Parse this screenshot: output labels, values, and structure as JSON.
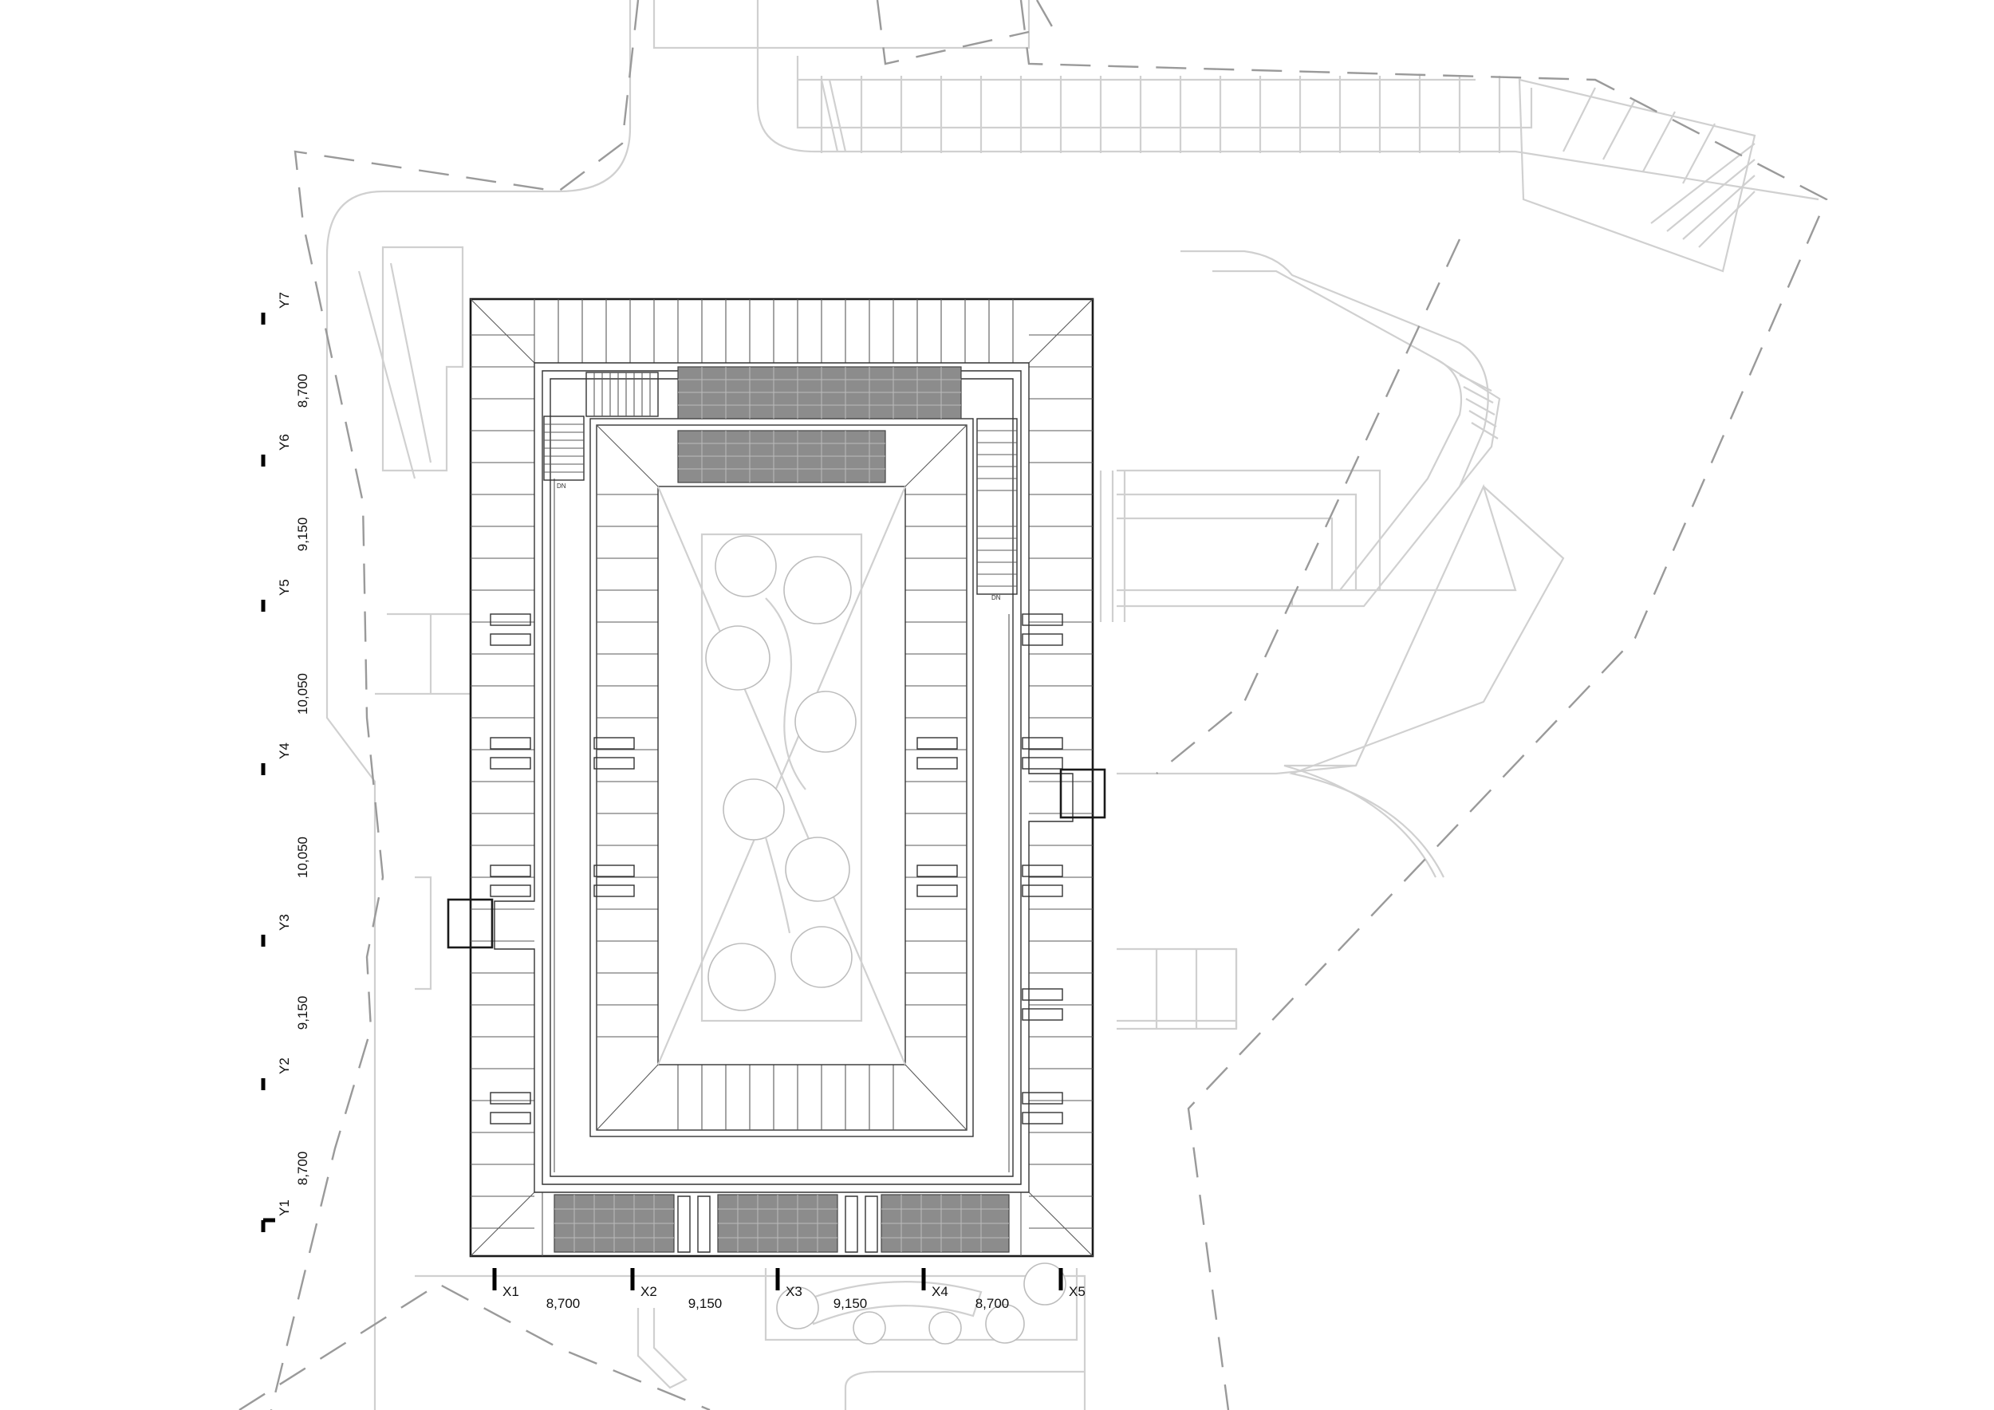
{
  "grid": {
    "x_axes": [
      "X1",
      "X2",
      "X3",
      "X4",
      "X5"
    ],
    "x_spacings": [
      "8,700",
      "9,150",
      "9,150",
      "8,700"
    ],
    "y_axes": [
      "Y1",
      "Y2",
      "Y3",
      "Y4",
      "Y5",
      "Y6",
      "Y7"
    ],
    "y_spacings": [
      "8,700",
      "9,150",
      "10,050",
      "10,050",
      "9,150",
      "8,700"
    ]
  },
  "stair_labels": [
    "DN"
  ],
  "colors": {
    "building": "#1a1a1a",
    "context": "#d0d0d0",
    "boundary": "#9a9a9a",
    "solar_panel": "#8c8c8c"
  }
}
